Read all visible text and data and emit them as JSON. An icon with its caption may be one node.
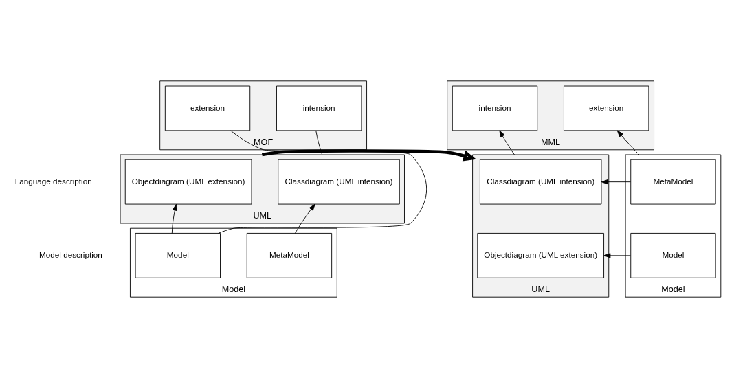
{
  "diagram": {
    "nodes": [
      {
        "text": [
          "MOF"
        ]
      },
      {
        "text": [
          "intension"
        ],
        "in": 0
      },
      {
        "text": [
          "extension"
        ],
        "in": 0
      },
      {
        "text": [
          "UML"
        ]
      },
      {
        "text": [
          "Classdiagram (UML intension)"
        ],
        "in": 3
      },
      {
        "text": [
          "Objectdiagram (UML extension)"
        ],
        "in": 3
      },
      {
        "text": [
          "Model"
        ]
      },
      {
        "text": [
          "MetaModel"
        ],
        "in": 6
      },
      {
        "text": [
          "Model"
        ],
        "in": 6
      },
      {
        "text": [
          "MML"
        ]
      },
      {
        "text": [
          "intension"
        ],
        "in": 9
      },
      {
        "text": [
          "extension"
        ],
        "in": 9
      },
      {
        "text": [
          "UML"
        ]
      },
      {
        "text": [
          "Classdiagram (UML intension)"
        ],
        "in": 12
      },
      {
        "text": [
          "Objectdiagram (UML extension)"
        ],
        "in": 12
      },
      {
        "text": [
          "Model"
        ]
      },
      {
        "text": [
          "MetaModel"
        ],
        "in": 15
      },
      {
        "text": [
          "Model"
        ],
        "in": 15
      }
    ],
    "edges": [
      {
        "from": 1,
        "to": 3,
        "arrow": "none"
      },
      {
        "from": 2,
        "to": 8,
        "arrow": "none"
      },
      {
        "from": 7,
        "to": 4,
        "arrow": "to"
      },
      {
        "from": 8,
        "to": 5,
        "arrow": "to"
      },
      {
        "from": 3,
        "to": 12,
        "arrow": "to",
        "style": "thick"
      },
      {
        "from": 12,
        "to": 10,
        "arrow": "to"
      },
      {
        "from": 15,
        "to": 11,
        "arrow": "to"
      },
      {
        "from": 16,
        "to": 13,
        "arrow": "to"
      },
      {
        "from": 17,
        "to": 14,
        "arrow": "to"
      }
    ],
    "labels": [
      "Language description",
      "Model description"
    ]
  }
}
